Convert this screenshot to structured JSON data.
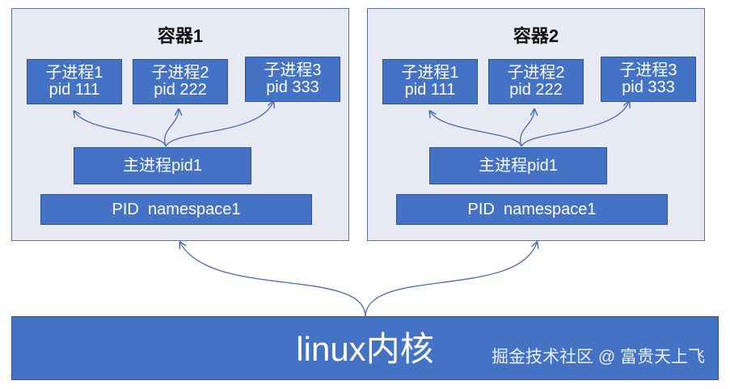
{
  "containers": [
    {
      "title": "容器1",
      "children": [
        {
          "name": "子进程1",
          "pid": "pid 111"
        },
        {
          "name": "子进程2",
          "pid": "pid 222"
        },
        {
          "name": "子进程3",
          "pid": "pid 333"
        }
      ],
      "main_process": "主进程pid1",
      "namespace": "PID  namespace1"
    },
    {
      "title": "容器2",
      "children": [
        {
          "name": "子进程1",
          "pid": "pid 111"
        },
        {
          "name": "子进程2",
          "pid": "pid 222"
        },
        {
          "name": "子进程3",
          "pid": "pid 333"
        }
      ],
      "main_process": "主进程pid1",
      "namespace": "PID  namespace1"
    }
  ],
  "kernel": {
    "label": "linux内核"
  },
  "watermark": "掘金技术社区 @ 富贵天上飞",
  "colors": {
    "box_fill": "#4472c4",
    "box_border": "#2f528f",
    "container_fill": "#e8eaf3",
    "container_border": "#5b6fa8",
    "arrow": "#4a6aa8"
  }
}
